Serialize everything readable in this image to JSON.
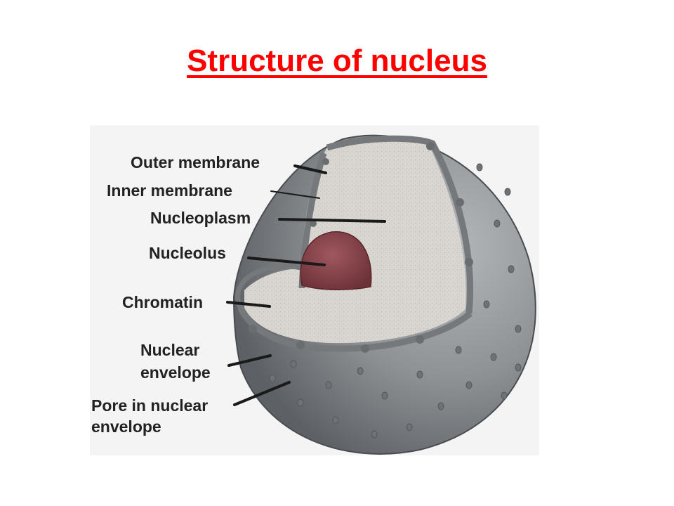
{
  "slide": {
    "title": "Structure of nucleus",
    "title_color": "#ff0000"
  },
  "diagram": {
    "labels": {
      "outer_membrane": "Outer membrane",
      "inner_membrane": "Inner membrane",
      "nucleoplasm": "Nucleoplasm",
      "nucleolus": "Nucleolus",
      "chromatin": "Chromatin",
      "nuclear_envelope_line1": "Nuclear",
      "nuclear_envelope_line2": "envelope",
      "pore_line1": "Pore in nuclear",
      "pore_line2": "envelope"
    },
    "colors": {
      "background": "#f4f4f4",
      "envelope_shell": "#8e9295",
      "nucleoplasm": "#d9d6d2",
      "nucleolus": "#8b4a50",
      "label_text": "#222222"
    }
  }
}
